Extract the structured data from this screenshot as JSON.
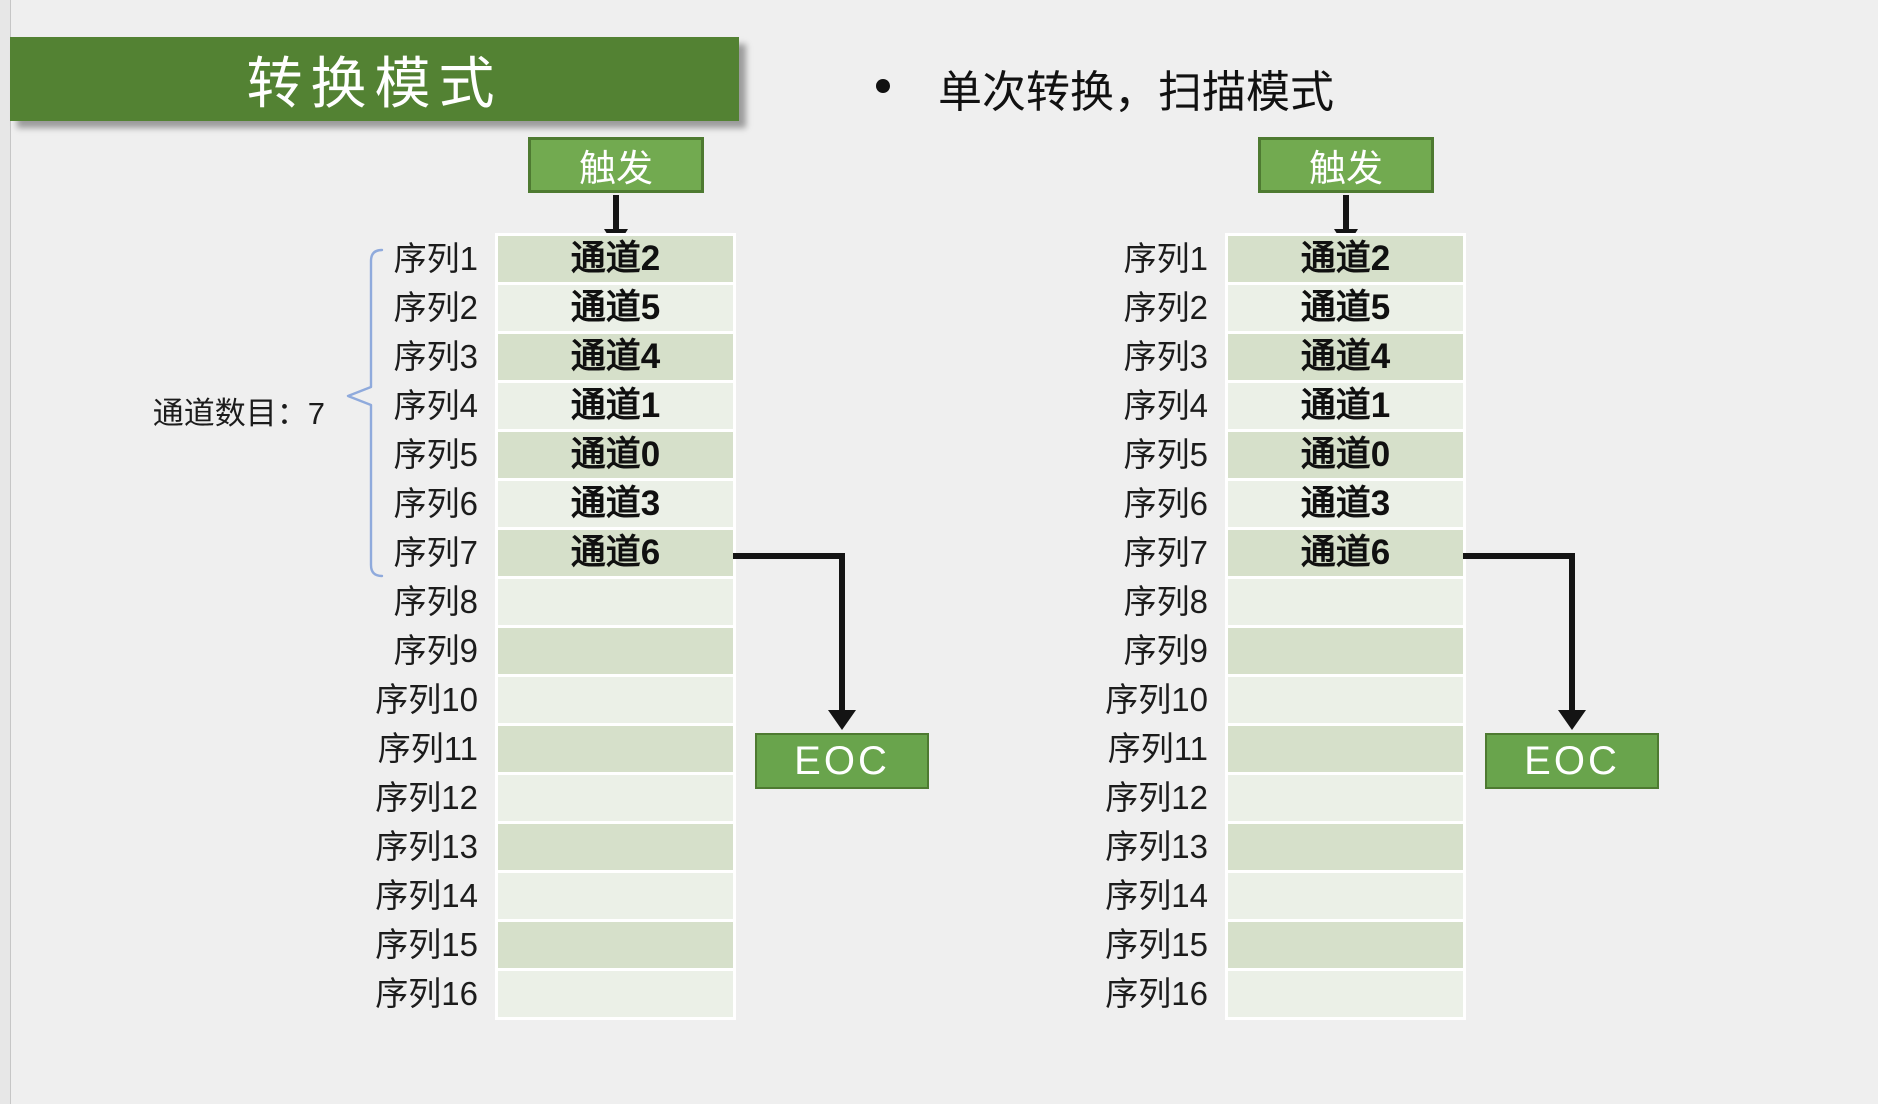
{
  "page": {
    "background": "#efefef"
  },
  "title": {
    "text": "转换模式",
    "bg_color": "#538233",
    "text_color": "#ffffff"
  },
  "bullet": {
    "text": "单次转换，扫描模式"
  },
  "annotation": {
    "channel_count_label": "通道数目：7",
    "brace_color": "#8faadc"
  },
  "colors": {
    "button_fill": "#72aa50",
    "button_border": "#4e7a31",
    "row_dark": "#d6e0ca",
    "row_light": "#ebf0e7",
    "arrow": "#141414"
  },
  "diagram": {
    "trigger_label": "触发",
    "eoc_label": "EOC",
    "rows": [
      {
        "label": "序列1",
        "channel": "通道2"
      },
      {
        "label": "序列2",
        "channel": "通道5"
      },
      {
        "label": "序列3",
        "channel": "通道4"
      },
      {
        "label": "序列4",
        "channel": "通道1"
      },
      {
        "label": "序列5",
        "channel": "通道0"
      },
      {
        "label": "序列6",
        "channel": "通道3"
      },
      {
        "label": "序列7",
        "channel": "通道6"
      },
      {
        "label": "序列8",
        "channel": ""
      },
      {
        "label": "序列9",
        "channel": ""
      },
      {
        "label": "序列10",
        "channel": ""
      },
      {
        "label": "序列11",
        "channel": ""
      },
      {
        "label": "序列12",
        "channel": ""
      },
      {
        "label": "序列13",
        "channel": ""
      },
      {
        "label": "序列14",
        "channel": ""
      },
      {
        "label": "序列15",
        "channel": ""
      },
      {
        "label": "序列16",
        "channel": ""
      }
    ]
  }
}
